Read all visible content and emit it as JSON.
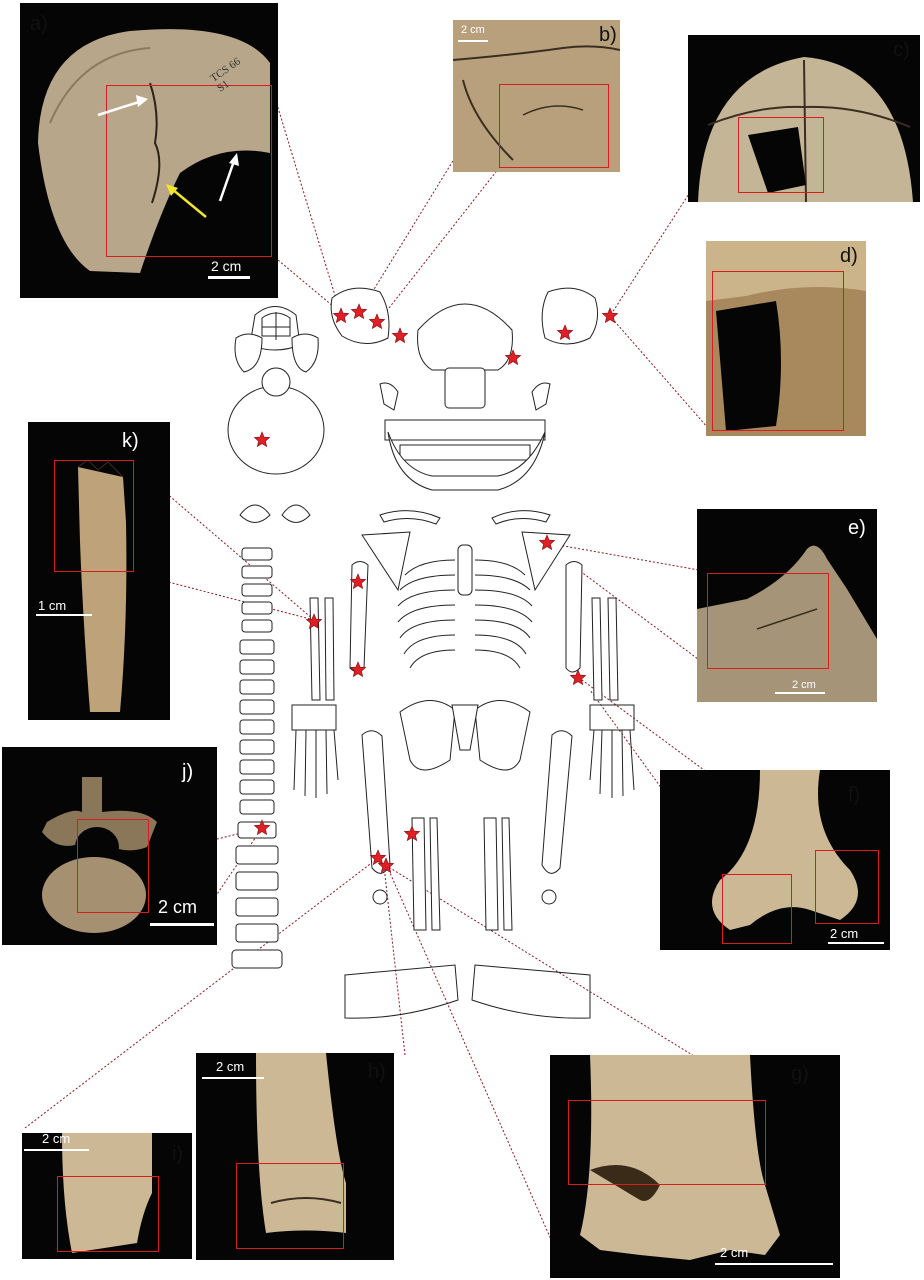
{
  "panels": {
    "a": {
      "label": "a)",
      "scale": "2 cm",
      "specimen": [
        "TCS 66",
        "S1"
      ]
    },
    "b": {
      "label": "b)",
      "scale": "2 cm"
    },
    "c": {
      "label": "c)"
    },
    "d": {
      "label": "d)"
    },
    "e": {
      "label": "e)",
      "scale": "2 cm"
    },
    "f": {
      "label": "f)",
      "scale": "2 cm"
    },
    "g": {
      "label": "g)",
      "scale": "2 cm"
    },
    "h": {
      "label": "h)",
      "scale": "2 cm"
    },
    "i": {
      "label": "i)",
      "scale": "2 cm"
    },
    "j": {
      "label": "j)",
      "scale": "2 cm"
    },
    "k": {
      "label": "k)",
      "scale": "1 cm"
    }
  },
  "colors": {
    "marker": "#e01f26",
    "highlight_box": "#d91c1c",
    "leader": "#8b1a1a",
    "arrow_white": "#ffffff",
    "arrow_yellow": "#f2e62b"
  }
}
